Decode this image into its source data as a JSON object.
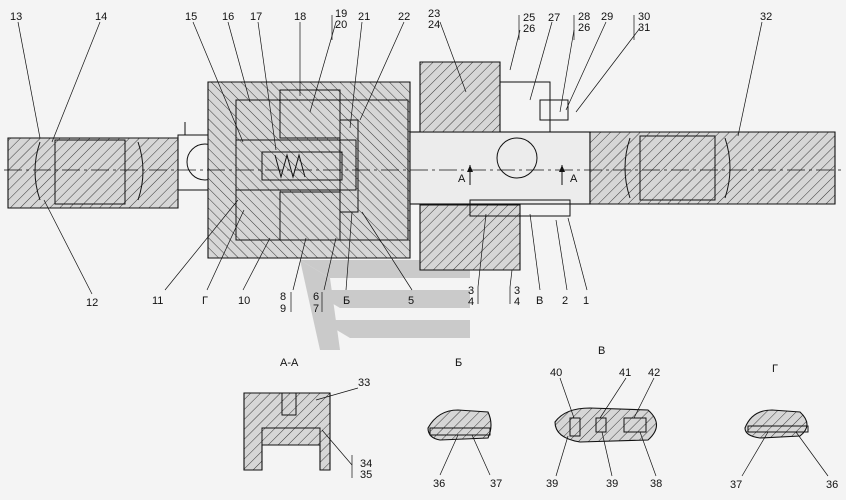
{
  "callouts_top": [
    "13",
    "14",
    "15",
    "16",
    "17",
    "18",
    "19",
    "20",
    "21",
    "22",
    "23",
    "24",
    "25",
    "26",
    "27",
    "28",
    "26",
    "29",
    "30",
    "31",
    "32"
  ],
  "callouts_bottom": [
    "12",
    "11",
    "Г",
    "10",
    "8",
    "9",
    "6",
    "7",
    "Б",
    "5",
    "3",
    "4",
    "3",
    "4",
    "В",
    "2",
    "1"
  ],
  "section_marks": {
    "a_left": "А",
    "a_right": "А"
  },
  "details": {
    "aa": {
      "title": "А-А",
      "labels": [
        "33",
        "34",
        "35"
      ]
    },
    "b": {
      "title": "Б",
      "labels": [
        "36",
        "37"
      ]
    },
    "v": {
      "title": "В",
      "labels": [
        "40",
        "41",
        "42",
        "39",
        "39",
        "38"
      ]
    },
    "g": {
      "title": "Г",
      "labels": [
        "37",
        "36"
      ]
    }
  },
  "colors": {
    "background": "#f4f4f4",
    "metal": "#d6d6d6",
    "ink": "#111111",
    "watermark": "#b9b9b9"
  }
}
